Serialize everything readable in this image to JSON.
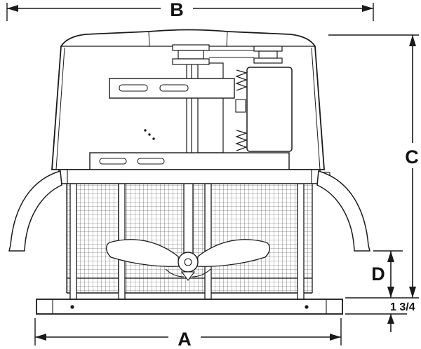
{
  "drawing": {
    "background": "#ffffff",
    "line_color": "#1a1a1a",
    "labels": {
      "b": "B",
      "c": "C",
      "d": "D",
      "a": "A",
      "base_thickness": "1 3/4"
    }
  }
}
